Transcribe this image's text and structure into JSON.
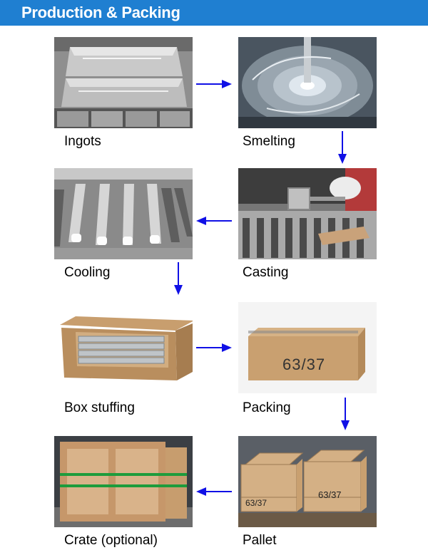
{
  "header": {
    "title": "Production & Packing"
  },
  "steps": [
    {
      "label": "Ingots"
    },
    {
      "label": "Smelting"
    },
    {
      "label": "Casting"
    },
    {
      "label": "Cooling"
    },
    {
      "label": "Box stuffing"
    },
    {
      "label": "Packing"
    },
    {
      "label": "Pallet"
    },
    {
      "label": "Crate (optional)"
    }
  ],
  "box_marking": "63/37",
  "colors": {
    "header": "#1f7fd1",
    "arrow": "#1010e6"
  }
}
